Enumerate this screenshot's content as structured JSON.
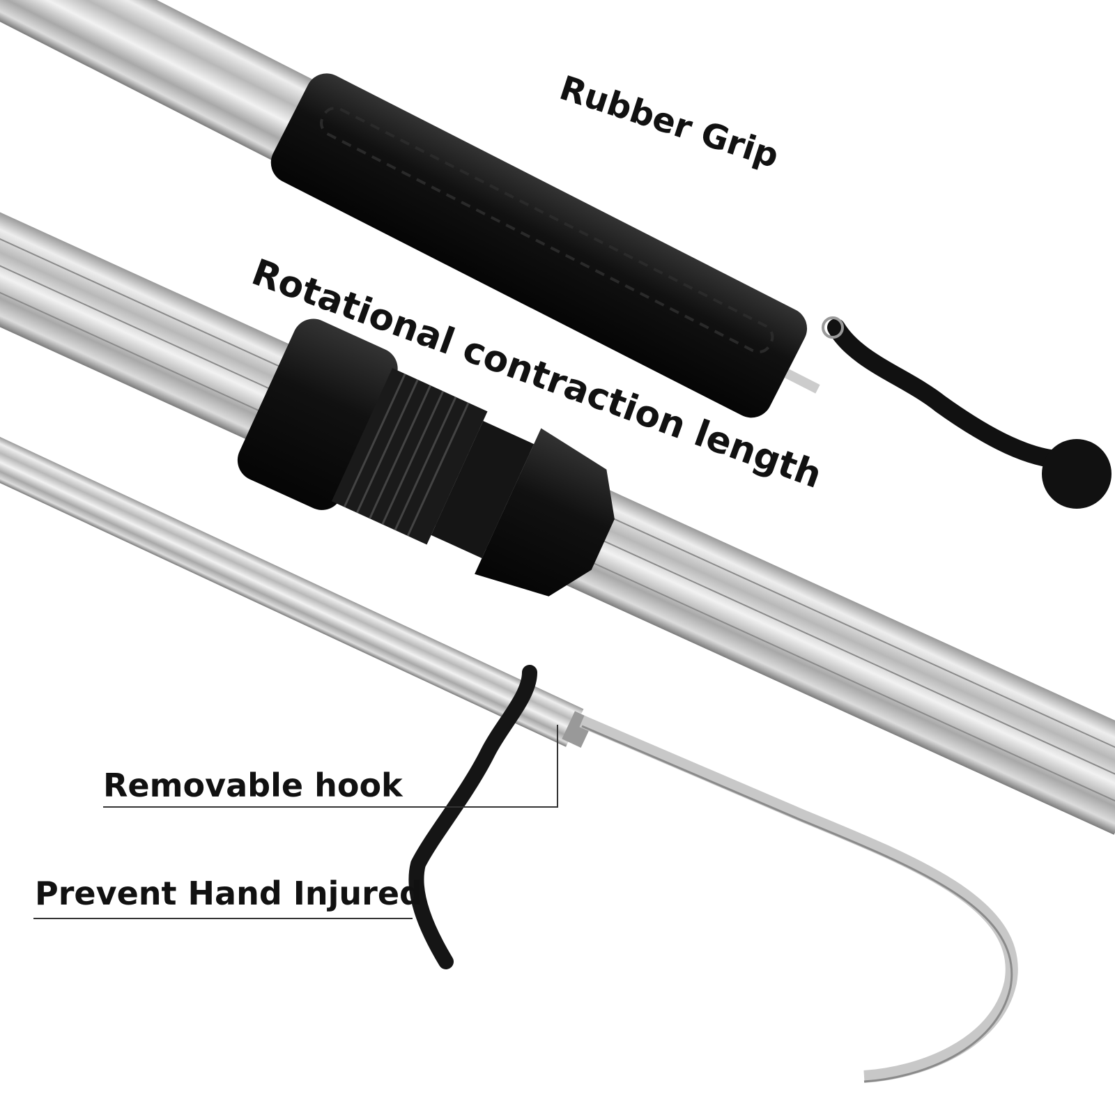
{
  "labels": {
    "rubber_grip": "Rubber Grip",
    "rotational": "Rotational contraction length",
    "removable_hook": "Removable hook",
    "prevent_hand": "Prevent Hand Injured"
  },
  "colors": {
    "metal_light": "#e6e6e6",
    "metal_mid": "#b4b4b4",
    "metal_dark": "#7a7a7a",
    "rubber": "#141414",
    "text": "#111111"
  }
}
